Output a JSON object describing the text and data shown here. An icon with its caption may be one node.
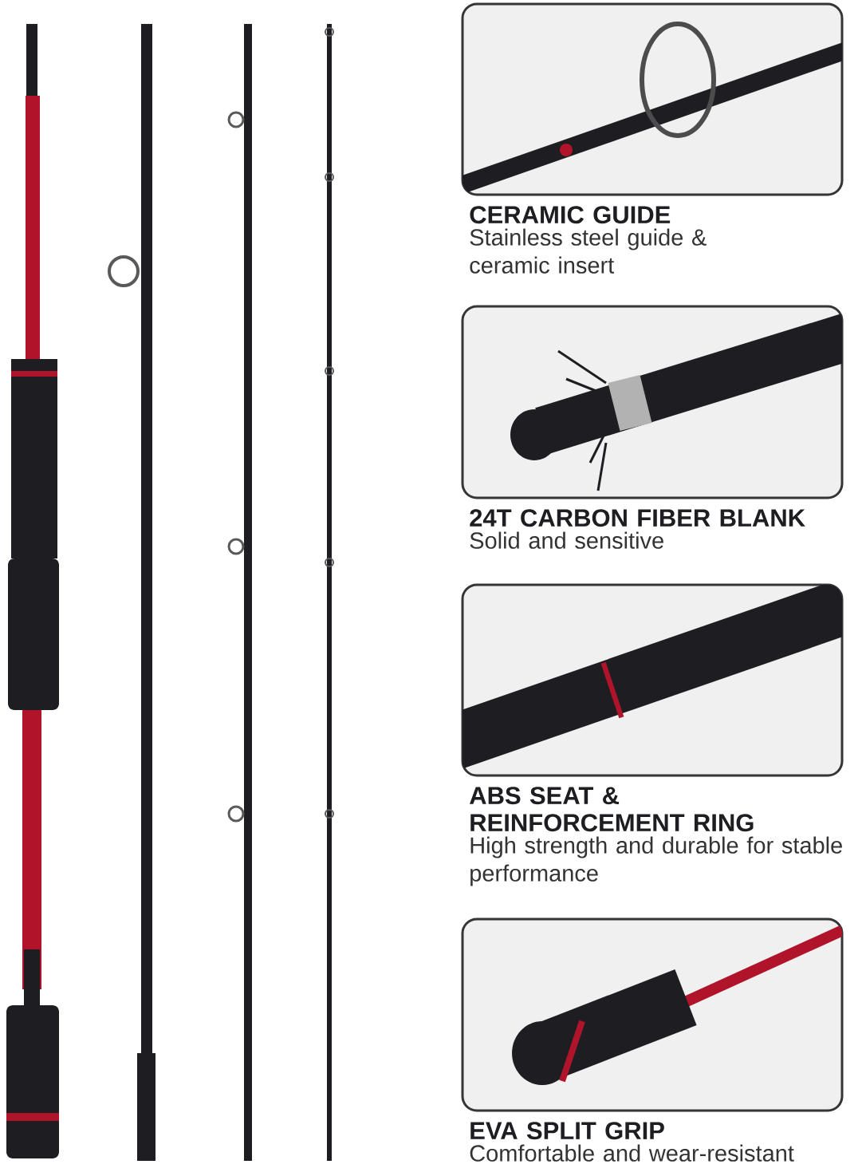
{
  "diagram": {
    "nodes": [
      {
        "text": [
          "CERAMIC GUIDE",
          "Stainless steel guide & ceramic insert"
        ]
      },
      {
        "text": [
          "24T CARBON FIBER BLANK",
          "Solid and sensitive"
        ]
      },
      {
        "text": [
          "ABS SEAT & REINFORCEMENT RING",
          "High strength and durable for stable performance"
        ]
      },
      {
        "text": [
          "EVA SPLIT GRIP",
          "Comfortable and wear-resistant"
        ]
      }
    ]
  }
}
